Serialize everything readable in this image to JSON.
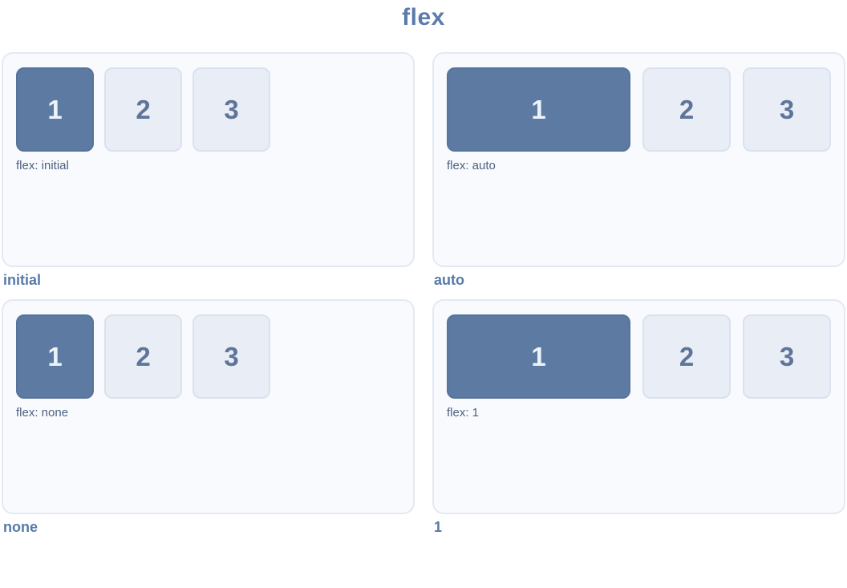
{
  "title": "flex",
  "colors": {
    "title_text": "#5b7cab",
    "item_primary_fill": "#5d7aa3",
    "item_primary_text": "#eef3fa",
    "item_secondary_fill": "#e9edf5",
    "item_secondary_border": "#dae2ef",
    "item_secondary_text": "#5f7499",
    "panel_fill": "#f9fafd",
    "panel_border": "#e3e9f3",
    "caption_text": "#567aa9",
    "rule_label_text": "#4d6182"
  },
  "panels": [
    {
      "caption": "initial",
      "rule_label": "flex: initial",
      "items": [
        "1",
        "2",
        "3"
      ],
      "first_item_grows": false
    },
    {
      "caption": "auto",
      "rule_label": "flex: auto",
      "items": [
        "1",
        "2",
        "3"
      ],
      "first_item_grows": true
    },
    {
      "caption": "none",
      "rule_label": "flex: none",
      "items": [
        "1",
        "2",
        "3"
      ],
      "first_item_grows": false
    },
    {
      "caption": "1",
      "rule_label": "flex: 1",
      "items": [
        "1",
        "2",
        "3"
      ],
      "first_item_grows": true
    }
  ]
}
